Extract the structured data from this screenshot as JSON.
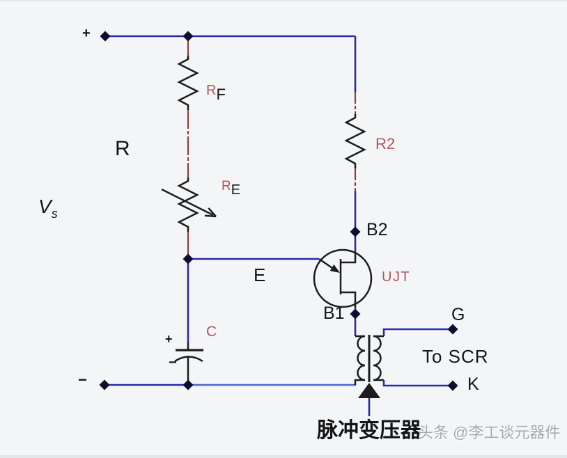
{
  "colors": {
    "background": "#f4f5f7",
    "wire_blue": "#2b2baa",
    "wire_blue_light": "#4f63cf",
    "component_lead_maroon": "#8c4242",
    "component_black": "#1c1c1c",
    "label_red": "#b2555a",
    "node_dot": "#0d0d2e",
    "watermark_gray": "#a8a8a8"
  },
  "terminals": {
    "positive": "+",
    "negative": "−",
    "gate": "G",
    "cathode": "K"
  },
  "source": {
    "base": "V",
    "sub": "s"
  },
  "resistors": {
    "group": "R",
    "rf_base": "R",
    "rf_sub": "F",
    "re_base": "R",
    "re_sub": "E",
    "r2": "R2"
  },
  "ujt": {
    "name": "UJT",
    "b2": "B2",
    "b1": "B1",
    "emitter": "E"
  },
  "capacitor": {
    "name": "C",
    "plus": "+",
    "minus": "−"
  },
  "transformer": {
    "caption": "脉冲变压器",
    "to_scr": "To SCR"
  },
  "watermark": "头条 @李工谈元器件"
}
